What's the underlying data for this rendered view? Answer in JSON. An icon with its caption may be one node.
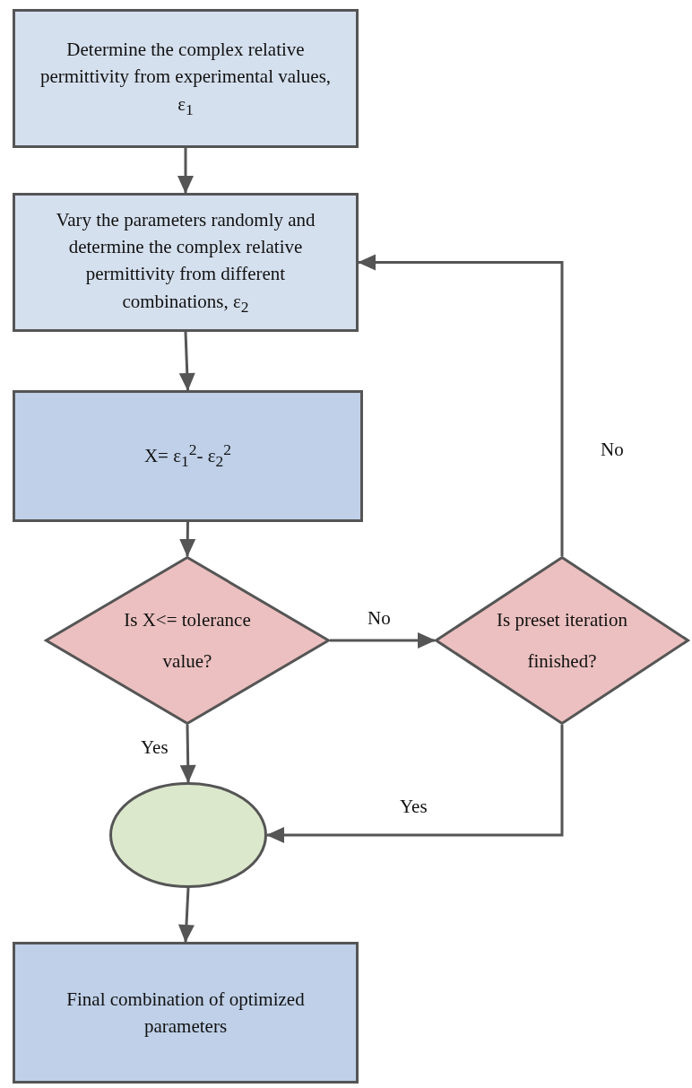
{
  "diagram": {
    "nodes": [
      {
        "text": [
          "Determine the complex relative permittivity from experimental values, ε$_{1}$"
        ]
      },
      {
        "text": [
          "Vary the parameters randomly and determine the complex relative permittivity from different combinations, ε$_{2}$"
        ]
      },
      {
        "text": [
          "X= ε$_{1}$$^{2}$- ε$_{2}$$^{2}$"
        ]
      },
      {
        "text": [
          "Is X<= tolerance value?"
        ]
      },
      {
        "text": [
          "Is preset iteration finished?"
        ]
      },
      {
        "text": [],
        "shape": "ellipse"
      },
      {
        "text": [
          "Final combination of optimized parameters"
        ]
      }
    ],
    "edges": [
      {
        "from": 0,
        "to": 1,
        "arrow": "to"
      },
      {
        "from": 1,
        "to": 2,
        "arrow": "to"
      },
      {
        "from": 2,
        "to": 3,
        "arrow": "to"
      },
      {
        "from": 3,
        "to": 4,
        "arrow": "to",
        "label": "No"
      },
      {
        "from": 4,
        "to": 1,
        "arrow": "to",
        "label": "No"
      },
      {
        "from": 3,
        "to": 5,
        "arrow": "to",
        "label": "Yes"
      },
      {
        "from": 4,
        "to": 5,
        "arrow": "to",
        "label": "Yes"
      },
      {
        "from": 5,
        "to": 6,
        "arrow": "to"
      }
    ]
  }
}
